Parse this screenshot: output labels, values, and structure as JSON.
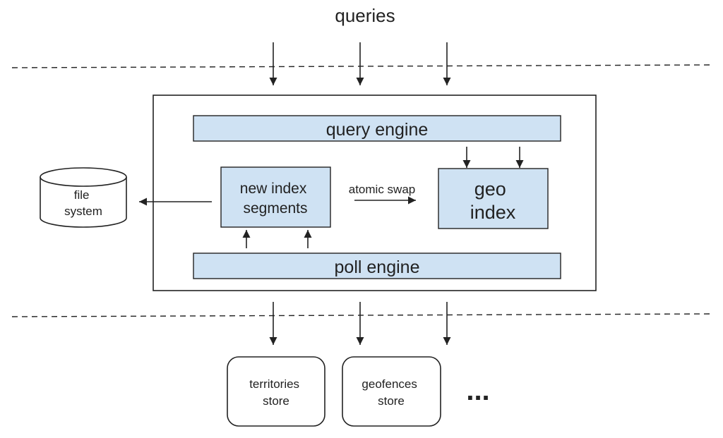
{
  "colors": {
    "background": "#ffffff",
    "line": "#222222",
    "component_fill": "#cfe2f3"
  },
  "top_label": "queries",
  "core": {
    "query_engine": "query engine",
    "new_index_segments": [
      "new index",
      "segments"
    ],
    "atomic_swap": "atomic swap",
    "geo_index": [
      "geo",
      "index"
    ],
    "poll_engine": "poll engine"
  },
  "file_system": [
    "file",
    "system"
  ],
  "stores": [
    {
      "lines": [
        "territories",
        "store"
      ]
    },
    {
      "lines": [
        "geofences",
        "store"
      ]
    }
  ],
  "more": "..."
}
